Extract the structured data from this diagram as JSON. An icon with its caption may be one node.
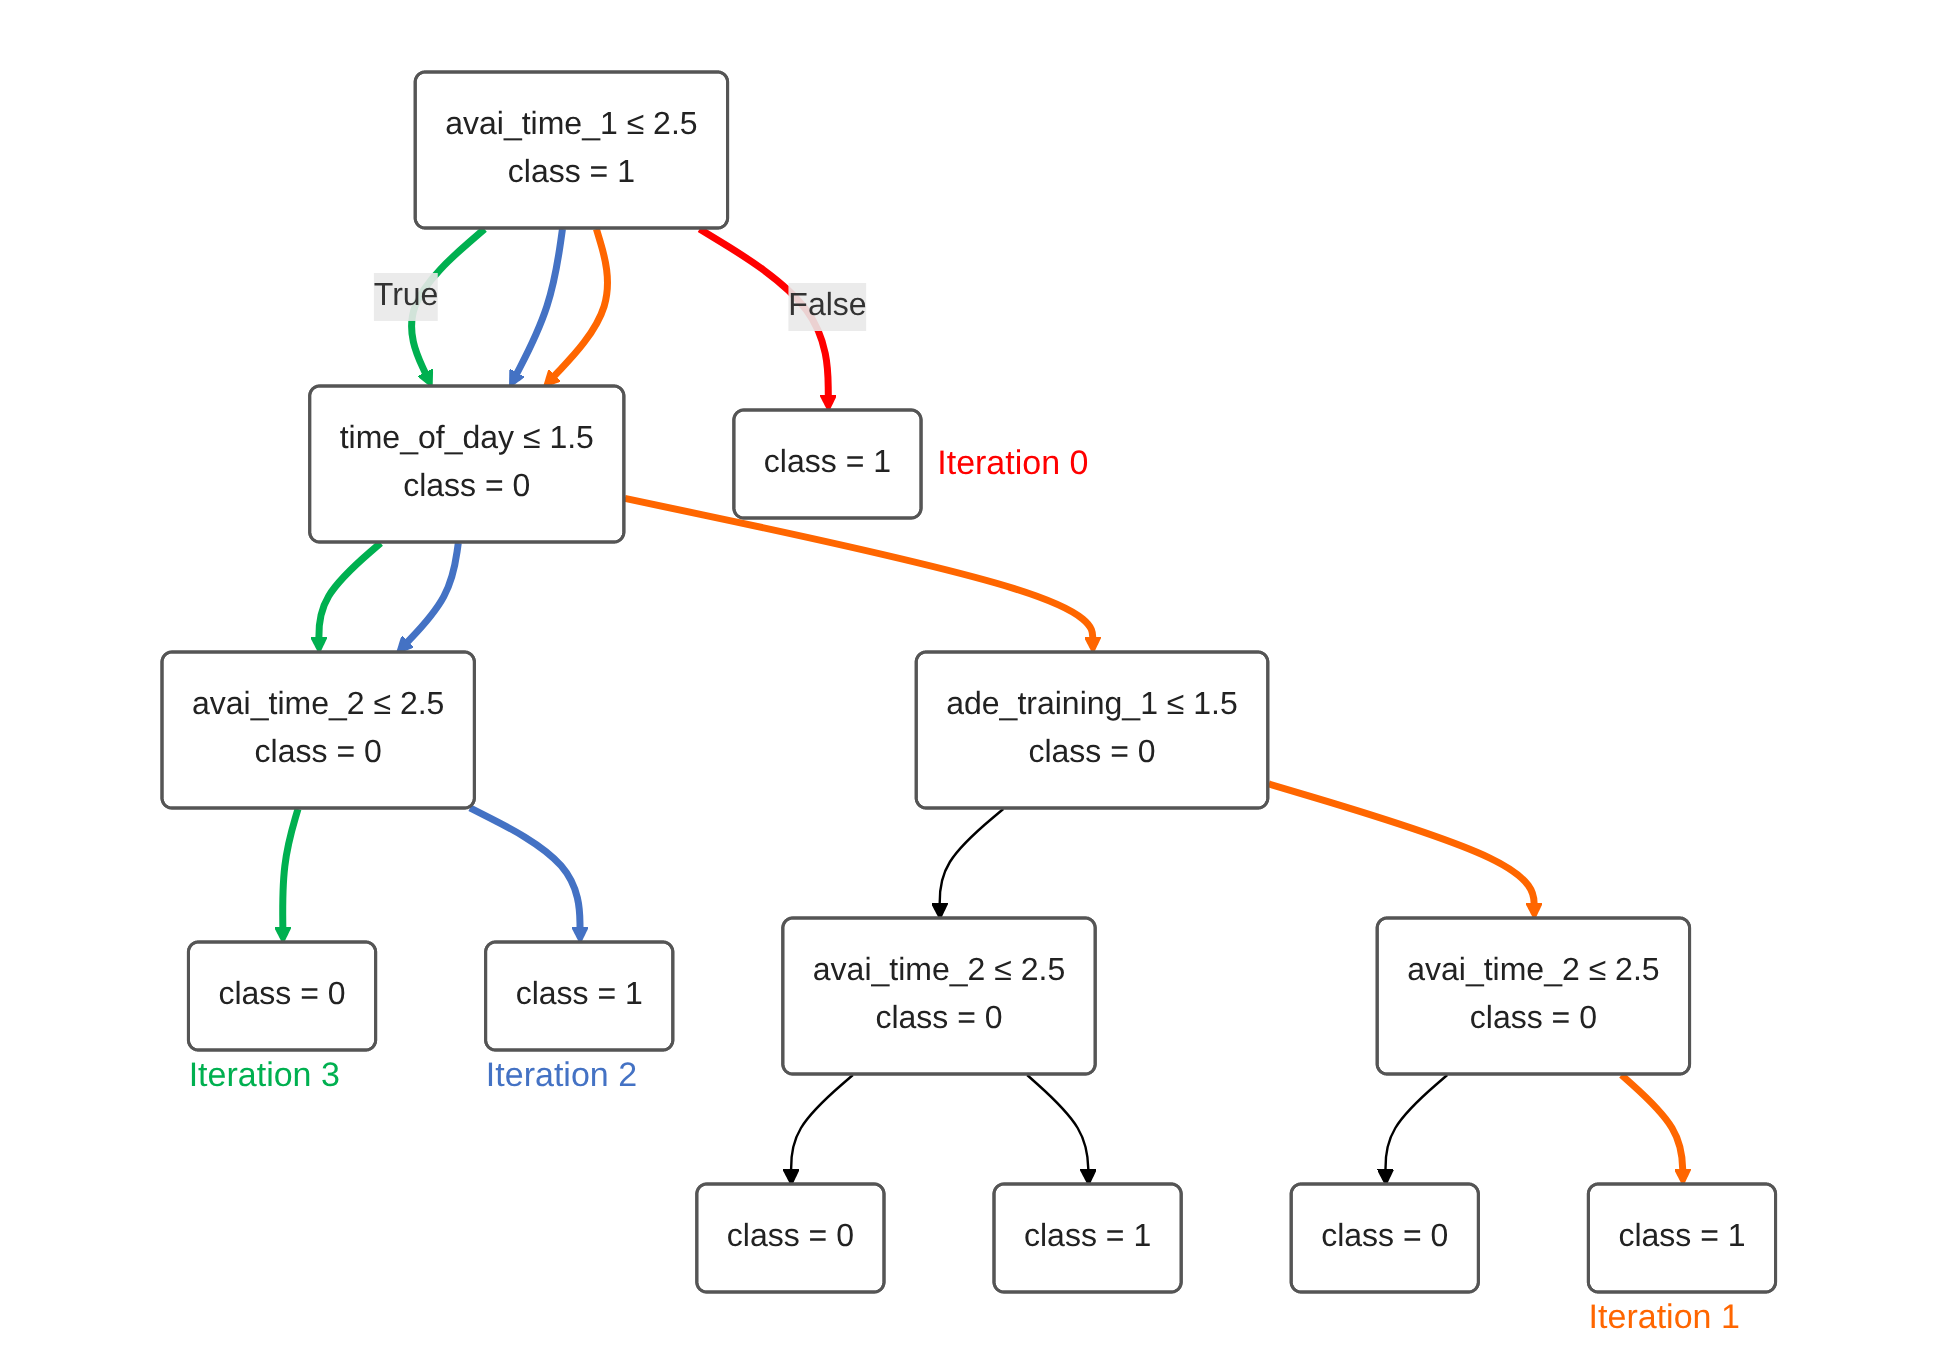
{
  "diagram": {
    "nodes": [
      {
        "text": [
          "avai_time_1 ≤ 2.5",
          "class = 1"
        ]
      },
      {
        "text": [
          "time_of_day ≤ 1.5",
          "class = 0"
        ]
      },
      {
        "text": [
          "class = 1"
        ],
        "beside": [
          "Iteration 0"
        ]
      },
      {
        "text": [
          "avai_time_2 ≤ 2.5",
          "class = 0"
        ]
      },
      {
        "text": [
          "ade_training_1 ≤ 1.5",
          "class = 0"
        ]
      },
      {
        "text": [
          "class = 0"
        ],
        "beside": [
          "Iteration 3"
        ]
      },
      {
        "text": [
          "class = 1"
        ],
        "beside": [
          "Iteration 2"
        ]
      },
      {
        "text": [
          "avai_time_2 ≤ 2.5",
          "class = 0"
        ]
      },
      {
        "text": [
          "avai_time_2 ≤ 2.5",
          "class = 0"
        ]
      },
      {
        "text": [
          "class = 0"
        ]
      },
      {
        "text": [
          "class = 1"
        ]
      },
      {
        "text": [
          "class = 0"
        ]
      },
      {
        "text": [
          "class = 1"
        ],
        "beside": [
          "Iteration 1"
        ]
      }
    ],
    "edges": [
      {
        "from": 0,
        "to": 1,
        "arrow": "to",
        "label": "True",
        "color": "#00b050"
      },
      {
        "from": 0,
        "to": 1,
        "arrow": "to",
        "color": "#4472c4"
      },
      {
        "from": 0,
        "to": 1,
        "arrow": "to",
        "color": "#ff6600"
      },
      {
        "from": 0,
        "to": 2,
        "arrow": "to",
        "label": "False",
        "color": "#ff0000"
      },
      {
        "from": 1,
        "to": 3,
        "arrow": "to",
        "color": "#00b050"
      },
      {
        "from": 1,
        "to": 3,
        "arrow": "to",
        "color": "#4472c4"
      },
      {
        "from": 1,
        "to": 4,
        "arrow": "to",
        "color": "#ff6600"
      },
      {
        "from": 3,
        "to": 5,
        "arrow": "to",
        "color": "#00b050"
      },
      {
        "from": 3,
        "to": 6,
        "arrow": "to",
        "color": "#4472c4"
      },
      {
        "from": 4,
        "to": 7,
        "arrow": "to",
        "color": "#000000"
      },
      {
        "from": 4,
        "to": 8,
        "arrow": "to",
        "color": "#ff6600"
      },
      {
        "from": 7,
        "to": 9,
        "arrow": "to",
        "color": "#000000"
      },
      {
        "from": 7,
        "to": 10,
        "arrow": "to",
        "color": "#000000"
      },
      {
        "from": 8,
        "to": 11,
        "arrow": "to",
        "color": "#000000"
      },
      {
        "from": 8,
        "to": 12,
        "arrow": "to",
        "color": "#ff6600"
      }
    ]
  }
}
